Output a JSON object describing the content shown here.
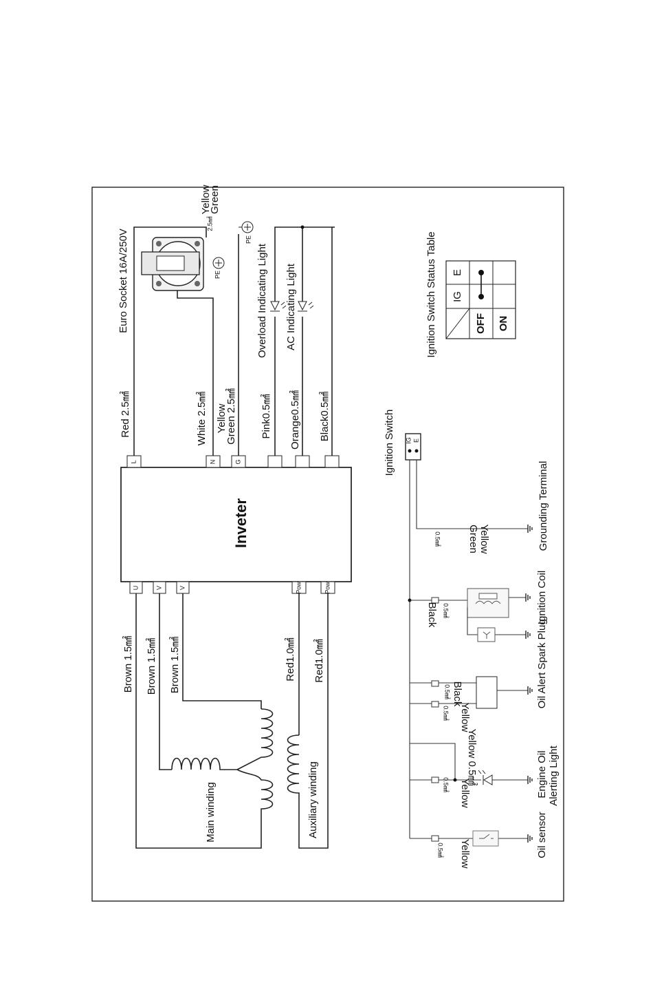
{
  "inverter": {
    "title": "Inveter"
  },
  "top_terminals": [
    "L",
    "N",
    "G"
  ],
  "indicator_terminals": [
    "",
    "",
    ""
  ],
  "bottom_terminals": [
    "U",
    "V",
    "V",
    "Pow",
    "Pow"
  ],
  "wires_top": {
    "red": "Red 2.5㎟",
    "white": "White 2.5㎟",
    "yg_1": "Yellow",
    "yg_2": "Green 2.5㎟",
    "pink": "Pink0.5㎟",
    "orange": "Orange0.5㎟",
    "black": "Black0.5㎟"
  },
  "euro_socket": {
    "label": "Euro Socket 16A/250V",
    "pe": "PE"
  },
  "pe_yellow": "Yellow",
  "pe_green": "Green",
  "pe_size": "2.5㎟",
  "pe_label": "PE",
  "overload_light": "Overload Indicating Light",
  "ac_light": "AC Indicating Light",
  "wires_bottom": [
    "Brown 1.5㎟",
    "Brown 1.5㎟",
    "Brown 1.5㎟",
    "Red1.0㎟",
    "Red1.0㎟"
  ],
  "main_winding": "Main winding",
  "aux_winding": "Auxiliary winding",
  "ignition_switch": {
    "label": "Ignition Switch",
    "ig": "IG",
    "e": "E"
  },
  "status_table": {
    "title": "Ignition Switch Status Table",
    "col_ig": "IG",
    "col_e": "E",
    "row_off": "OFF",
    "row_on": "ON"
  },
  "small_wires": {
    "yellow_green_1": "Yellow",
    "yellow_green_2": "Green",
    "yellow_green_size": "0.5㎟",
    "black_coil": "Black",
    "black_coil_size": "0.5㎟",
    "black_oil": "Black",
    "black_oil_size": "0.5㎟",
    "yellow_oil": "Yellow",
    "yellow_oil_size": "0.5㎟",
    "yellow_mid": "Yellow 0.5㎟",
    "yellow_led": "Yellow",
    "yellow_led_size": "0.5㎟",
    "yellow_sensor": "Yellow",
    "yellow_sensor_size": "0.5㎟"
  },
  "components_bottom": {
    "grounding": "Grounding Terminal",
    "coil": "Ignition Coil",
    "spark": "Spark Plug",
    "oil_alert": "Oil Alert",
    "engine_oil_1": "Engine Oil",
    "engine_oil_2": "Alerting Light",
    "oil_sensor": "Oil sensor"
  }
}
